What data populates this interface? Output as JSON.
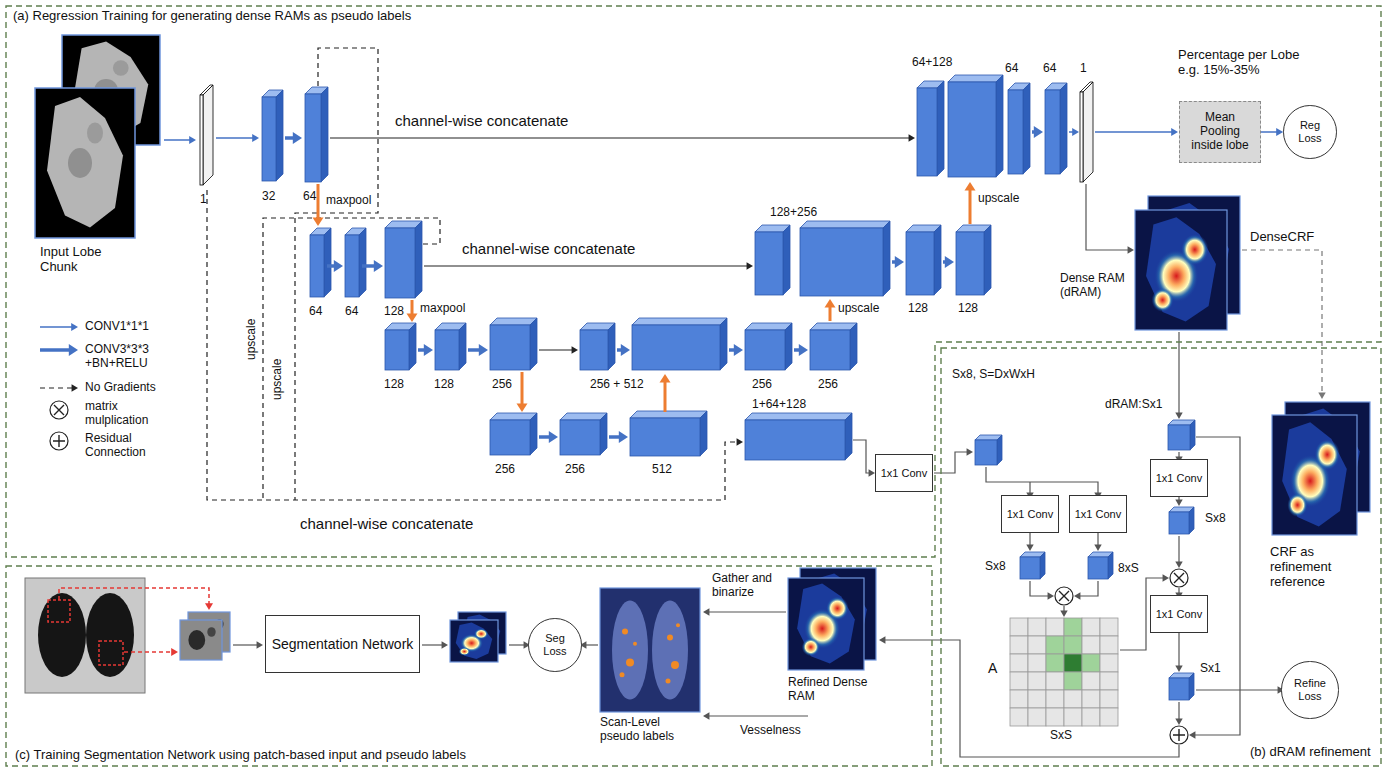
{
  "diagram": {
    "nodes": [
      {
        "text": [
          "(a) Regression Training for generating dense RAMs as pseudo labels"
        ]
      },
      {
        "text": [
          "Mean Pooling inside lobe"
        ],
        "in": 0
      },
      {
        "text": [
          "Reg Loss"
        ],
        "in": 0
      },
      {
        "text": [
          "1x1 Conv"
        ],
        "in": 0
      },
      {
        "text": [
          "(b) dRAM refinement"
        ]
      },
      {
        "text": [
          "1x1 Conv"
        ],
        "in": 4
      },
      {
        "text": [
          "1x1 Conv"
        ],
        "in": 4
      },
      {
        "text": [
          "1x1 Conv"
        ],
        "in": 4
      },
      {
        "text": [
          "1x1 Conv"
        ],
        "in": 4
      },
      {
        "text": [
          "Refine Loss"
        ],
        "in": 4
      },
      {
        "text": [
          "(c) Training Segmentation Network using patch-based input and pseudo labels"
        ]
      },
      {
        "text": [
          "Segmentation Network"
        ],
        "in": 10
      },
      {
        "text": [
          "Seg Loss"
        ],
        "in": 10
      }
    ],
    "edges": [
      {
        "from": 1,
        "to": 2,
        "arrow": "to"
      }
    ],
    "labels": [
      "Input Lobe Chunk",
      "1",
      "32",
      "64",
      "maxpool",
      "channel-wise concatenate",
      "64",
      "64",
      "128",
      "maxpool",
      "channel-wise concatenate",
      "128",
      "128",
      "256",
      "256",
      "256",
      "512",
      "256 + 512",
      "256",
      "256",
      "upscale",
      "128+256",
      "128",
      "128",
      "upscale",
      "64+128",
      "64",
      "64",
      "1",
      "Percentage per Lobe e.g. 15%-35%",
      "Dense RAM (dRAM)",
      "DenseCRF",
      "upscale",
      "upscale",
      "1+64+128",
      "channel-wise concatenate",
      "Sx8, S=DxWxH",
      "dRAM:Sx1",
      "Sx8",
      "8xS",
      "Sx8",
      "A",
      "SxS",
      "Sx1",
      "CRF as refinement reference",
      "Gather and binarize",
      "Refined Dense RAM",
      "Scan-Level pseudo labels",
      "Vesselness"
    ],
    "legend": [
      {
        "text": "CONV1*1*1"
      },
      {
        "text": "CONV3*3*3 +BN+RELU"
      },
      {
        "text": "No Gradients"
      },
      {
        "text": "matrix mulplication"
      },
      {
        "text": "Residual Connection"
      }
    ]
  }
}
